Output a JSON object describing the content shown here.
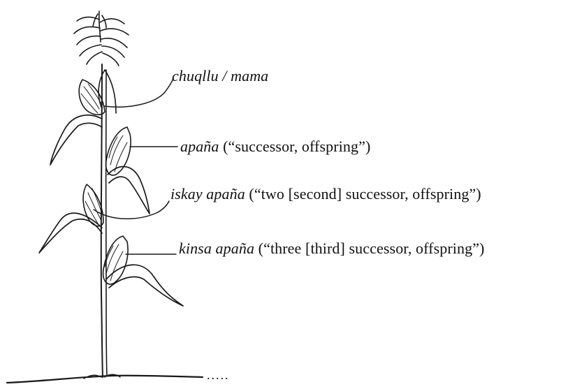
{
  "labels": [
    {
      "term": "chuqllu / mama",
      "gloss": ""
    },
    {
      "term": "apaña",
      "gloss": "(“successor, offspring”)"
    },
    {
      "term": "iskay apaña",
      "gloss": "(“two [second] successor, offspring”)"
    },
    {
      "term": "kinsa apaña",
      "gloss": "(“three [third] successor, offspring”)"
    }
  ],
  "ground_trail": "....."
}
